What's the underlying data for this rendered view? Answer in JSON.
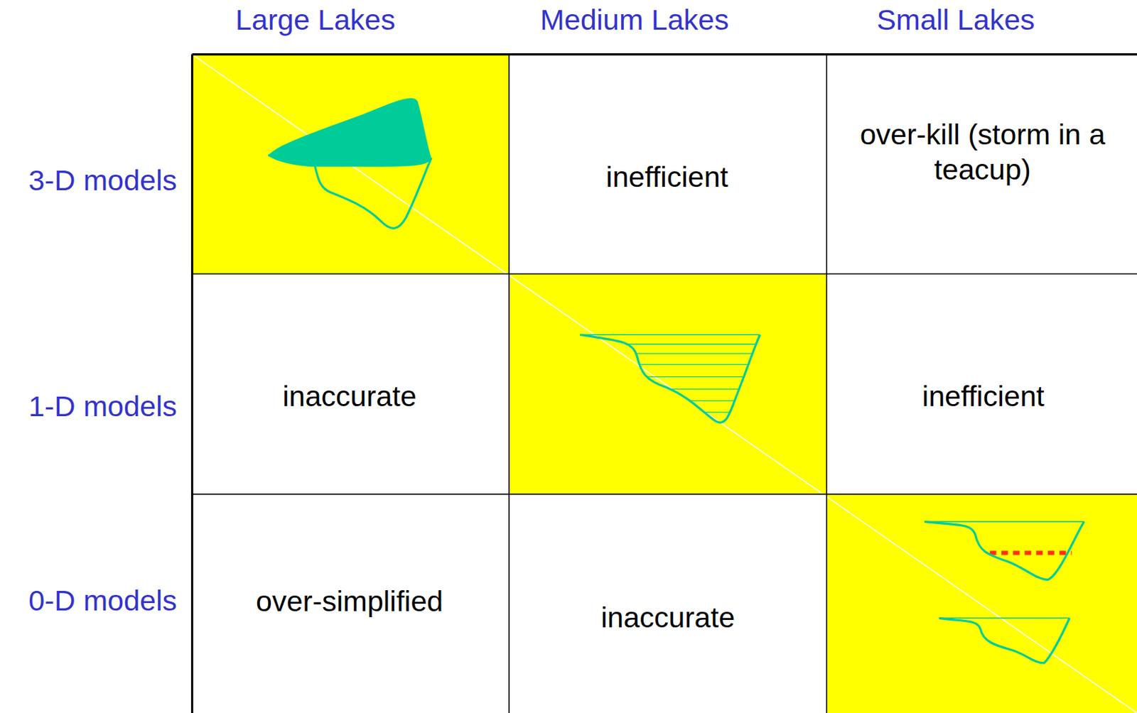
{
  "diagram": {
    "labels": [
      "Large Lakes",
      "Medium Lakes",
      "Small Lakes",
      "3-D models",
      "1-D models",
      "0-D models",
      "inefficient",
      "over-kill (storm in a teacup)",
      "inaccurate",
      "inefficient",
      "over-simplified",
      "inaccurate"
    ]
  }
}
